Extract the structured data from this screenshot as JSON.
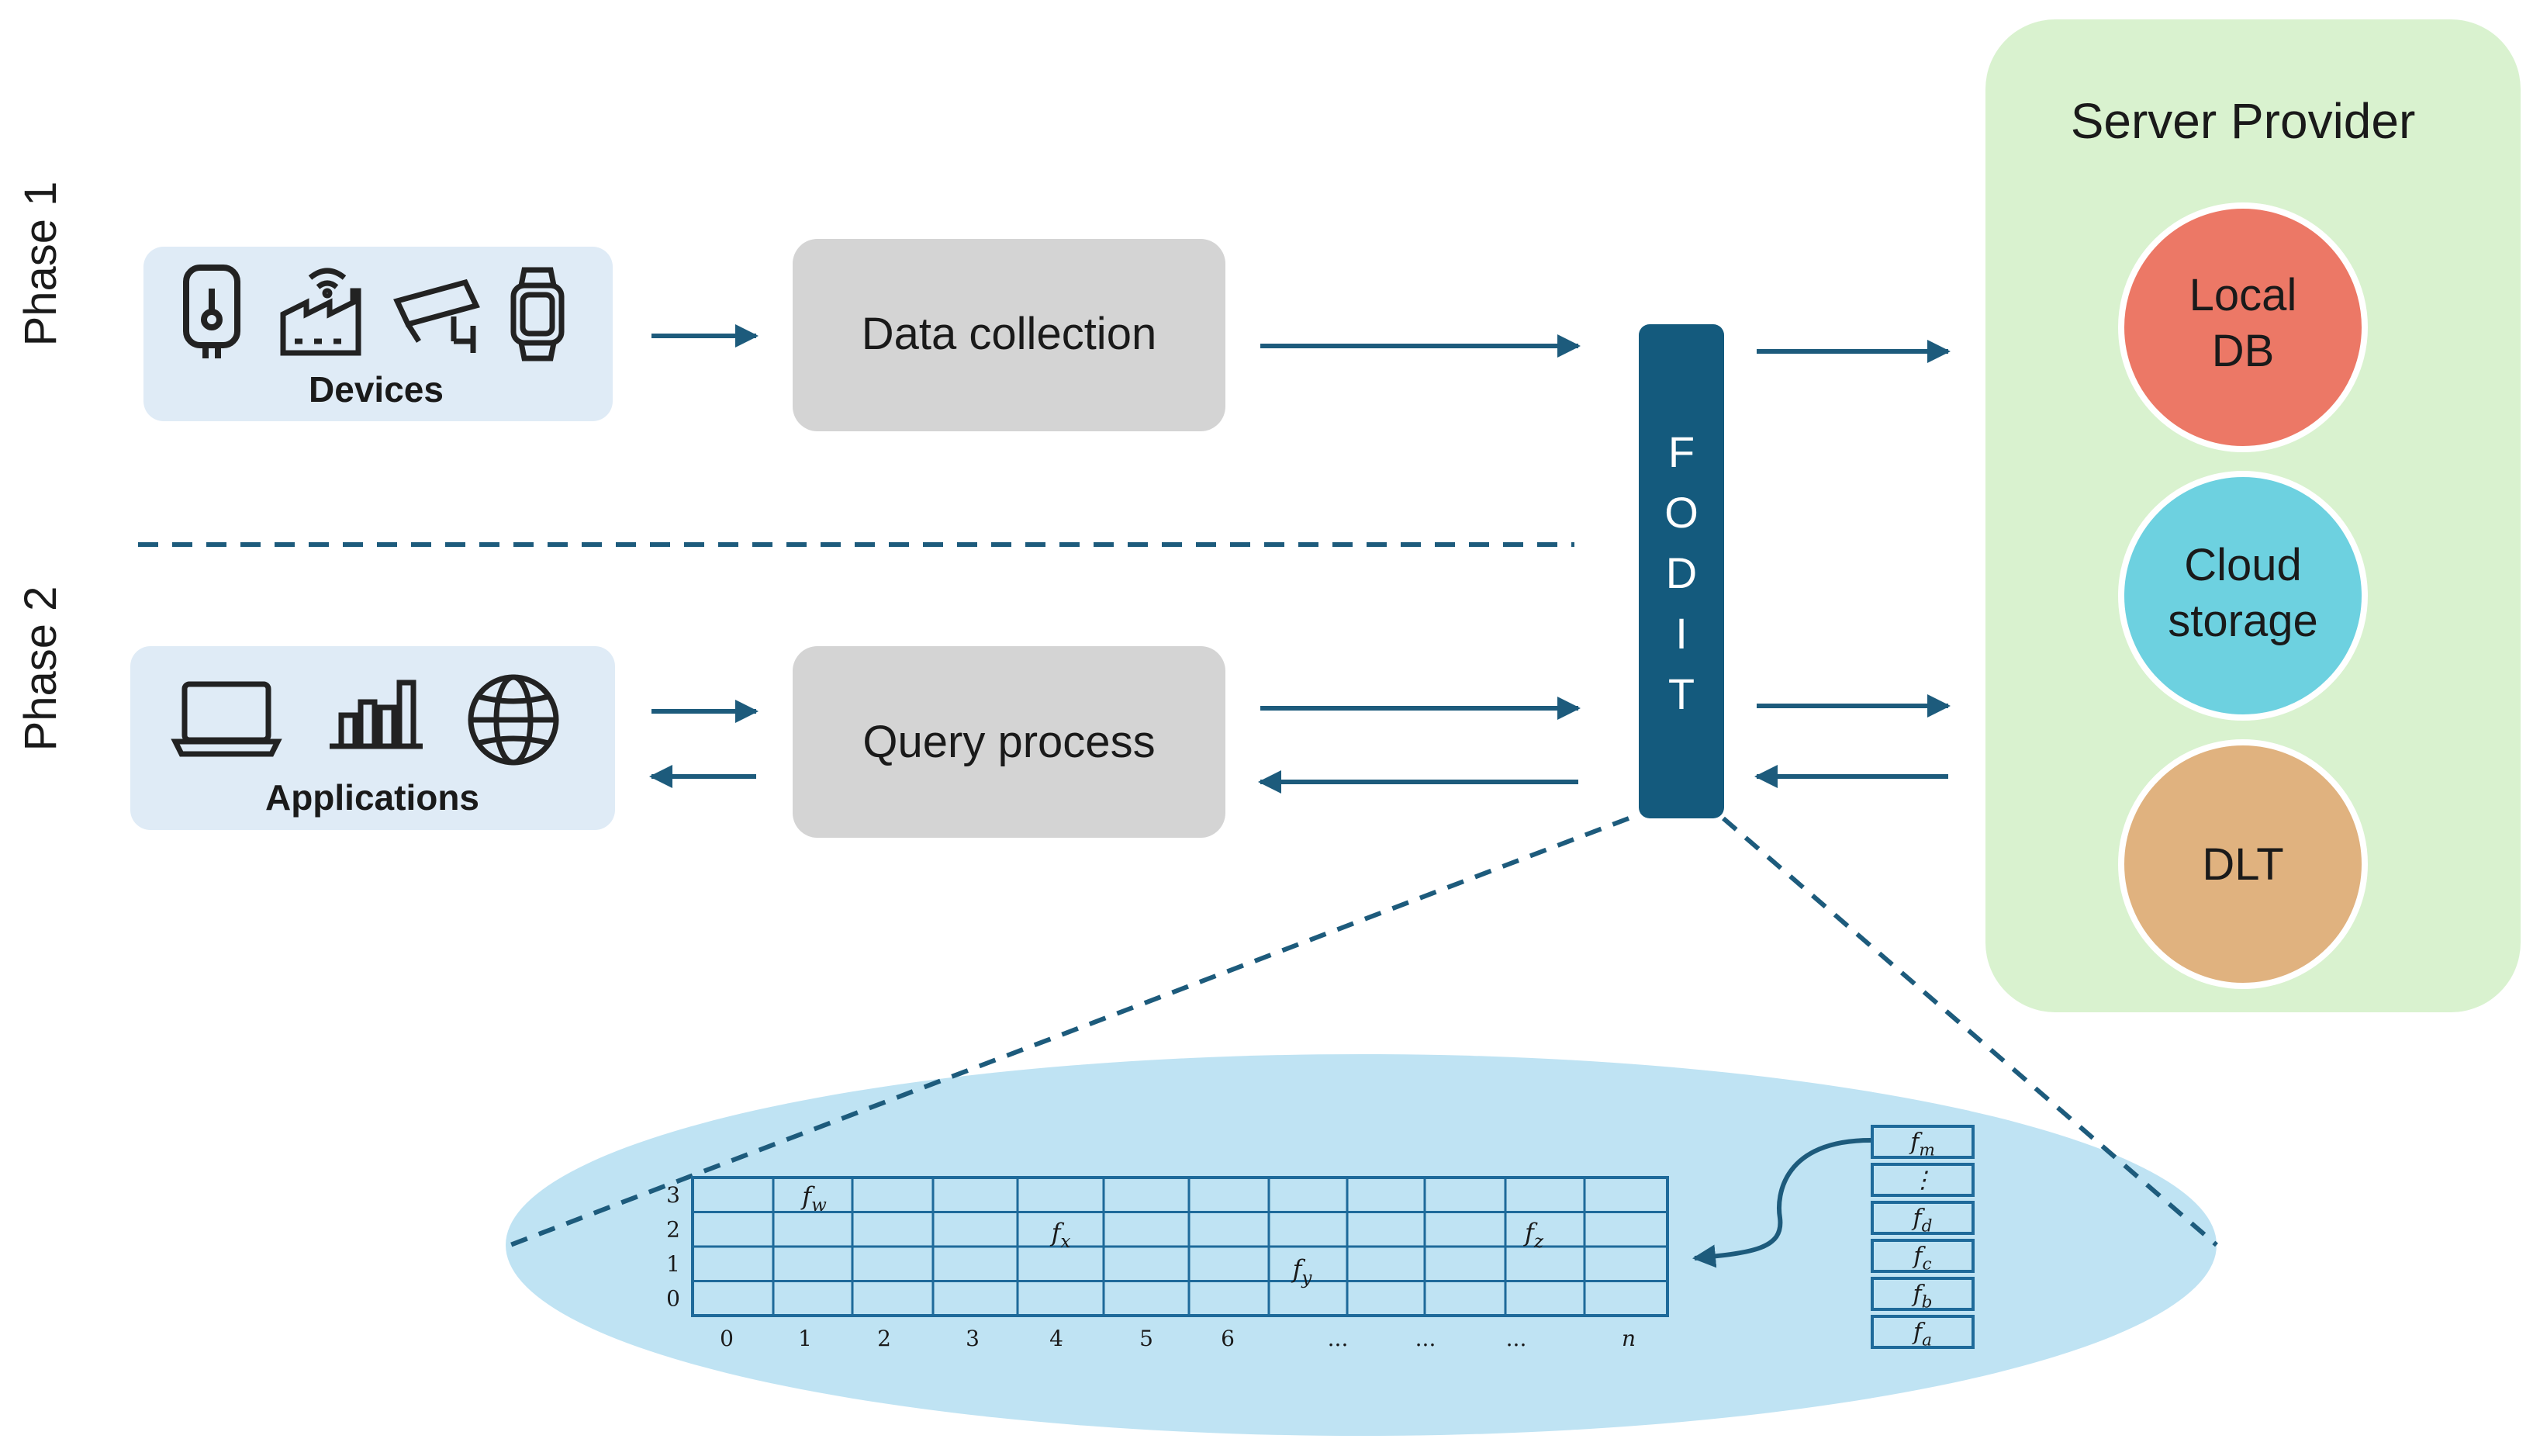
{
  "phases": {
    "phase1": "Phase 1",
    "phase2": "Phase 2"
  },
  "devices": {
    "label": "Devices",
    "icons": [
      "thermometer-icon",
      "factory-icon",
      "security-camera-icon",
      "smartwatch-icon"
    ]
  },
  "applications": {
    "label": "Applications",
    "icons": [
      "laptop-icon",
      "bar-chart-icon",
      "globe-icon"
    ]
  },
  "data_collection": "Data collection",
  "query_process": "Query process",
  "fodit": {
    "letters": [
      "F",
      "O",
      "D",
      "I",
      "T"
    ]
  },
  "server_provider": {
    "title": "Server Provider",
    "local_db": {
      "line1": "Local",
      "line2": "DB"
    },
    "cloud_storage": {
      "line1": "Cloud",
      "line2": "storage"
    },
    "dlt": "DLT"
  },
  "colors": {
    "arrow": "#1d5b7c",
    "fodit_bar": "#145a7d",
    "device_panel": "#dfebf6",
    "process_box": "#d4d4d4",
    "server_panel": "#d9f2cf",
    "local_db": "#ec7866",
    "cloud_storage": "#6dd1e0",
    "dlt": "#e0b27f",
    "ellipse": "#bfe3f3",
    "grid_line": "#1e6a9a"
  },
  "grid": {
    "y_labels": [
      "3",
      "2",
      "1",
      "0"
    ],
    "x_labels": [
      "0",
      "1",
      "2",
      "3",
      "4",
      "5",
      "6",
      "...",
      "...",
      "...",
      "n"
    ],
    "cells": {
      "fw": {
        "base": "f",
        "sub": "w"
      },
      "fx": {
        "base": "f",
        "sub": "x"
      },
      "fz": {
        "base": "f",
        "sub": "z"
      },
      "fy": {
        "base": "f",
        "sub": "y"
      }
    }
  },
  "stack": [
    {
      "base": "f",
      "sub": "m"
    },
    {
      "base": "⋮",
      "sub": ""
    },
    {
      "base": "f",
      "sub": "d"
    },
    {
      "base": "f",
      "sub": "c"
    },
    {
      "base": "f",
      "sub": "b"
    },
    {
      "base": "f",
      "sub": "a"
    }
  ]
}
